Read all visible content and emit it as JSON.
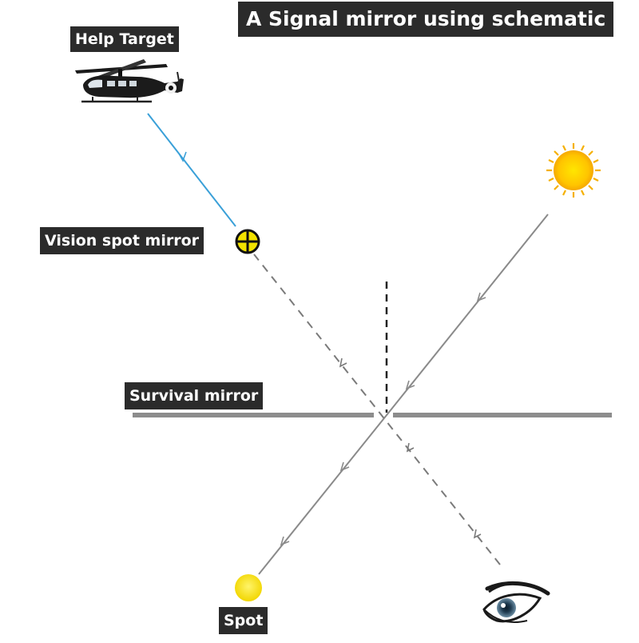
{
  "title": "A Signal mirror using schematic",
  "labels": {
    "help_target": "Help Target",
    "vision_spot_mirror": "Vision spot mirror",
    "survival_mirror": "Survival mirror",
    "spot": "Spot"
  },
  "icons": {
    "helicopter": "helicopter-icon",
    "sun": "sun-icon",
    "crosshair": "crosshair-icon",
    "eye": "eye-icon",
    "spot": "spot-icon"
  },
  "colors": {
    "label_background": "#2b2b2b",
    "label_text": "#ffffff",
    "signal_ray": "#3aa0d8",
    "sun_ray": "#8a8a8a",
    "sight_line": "#7a7a7a",
    "mirror": "#8c8c8c",
    "sun": "#ffd21f",
    "spot": "#ffe600"
  }
}
